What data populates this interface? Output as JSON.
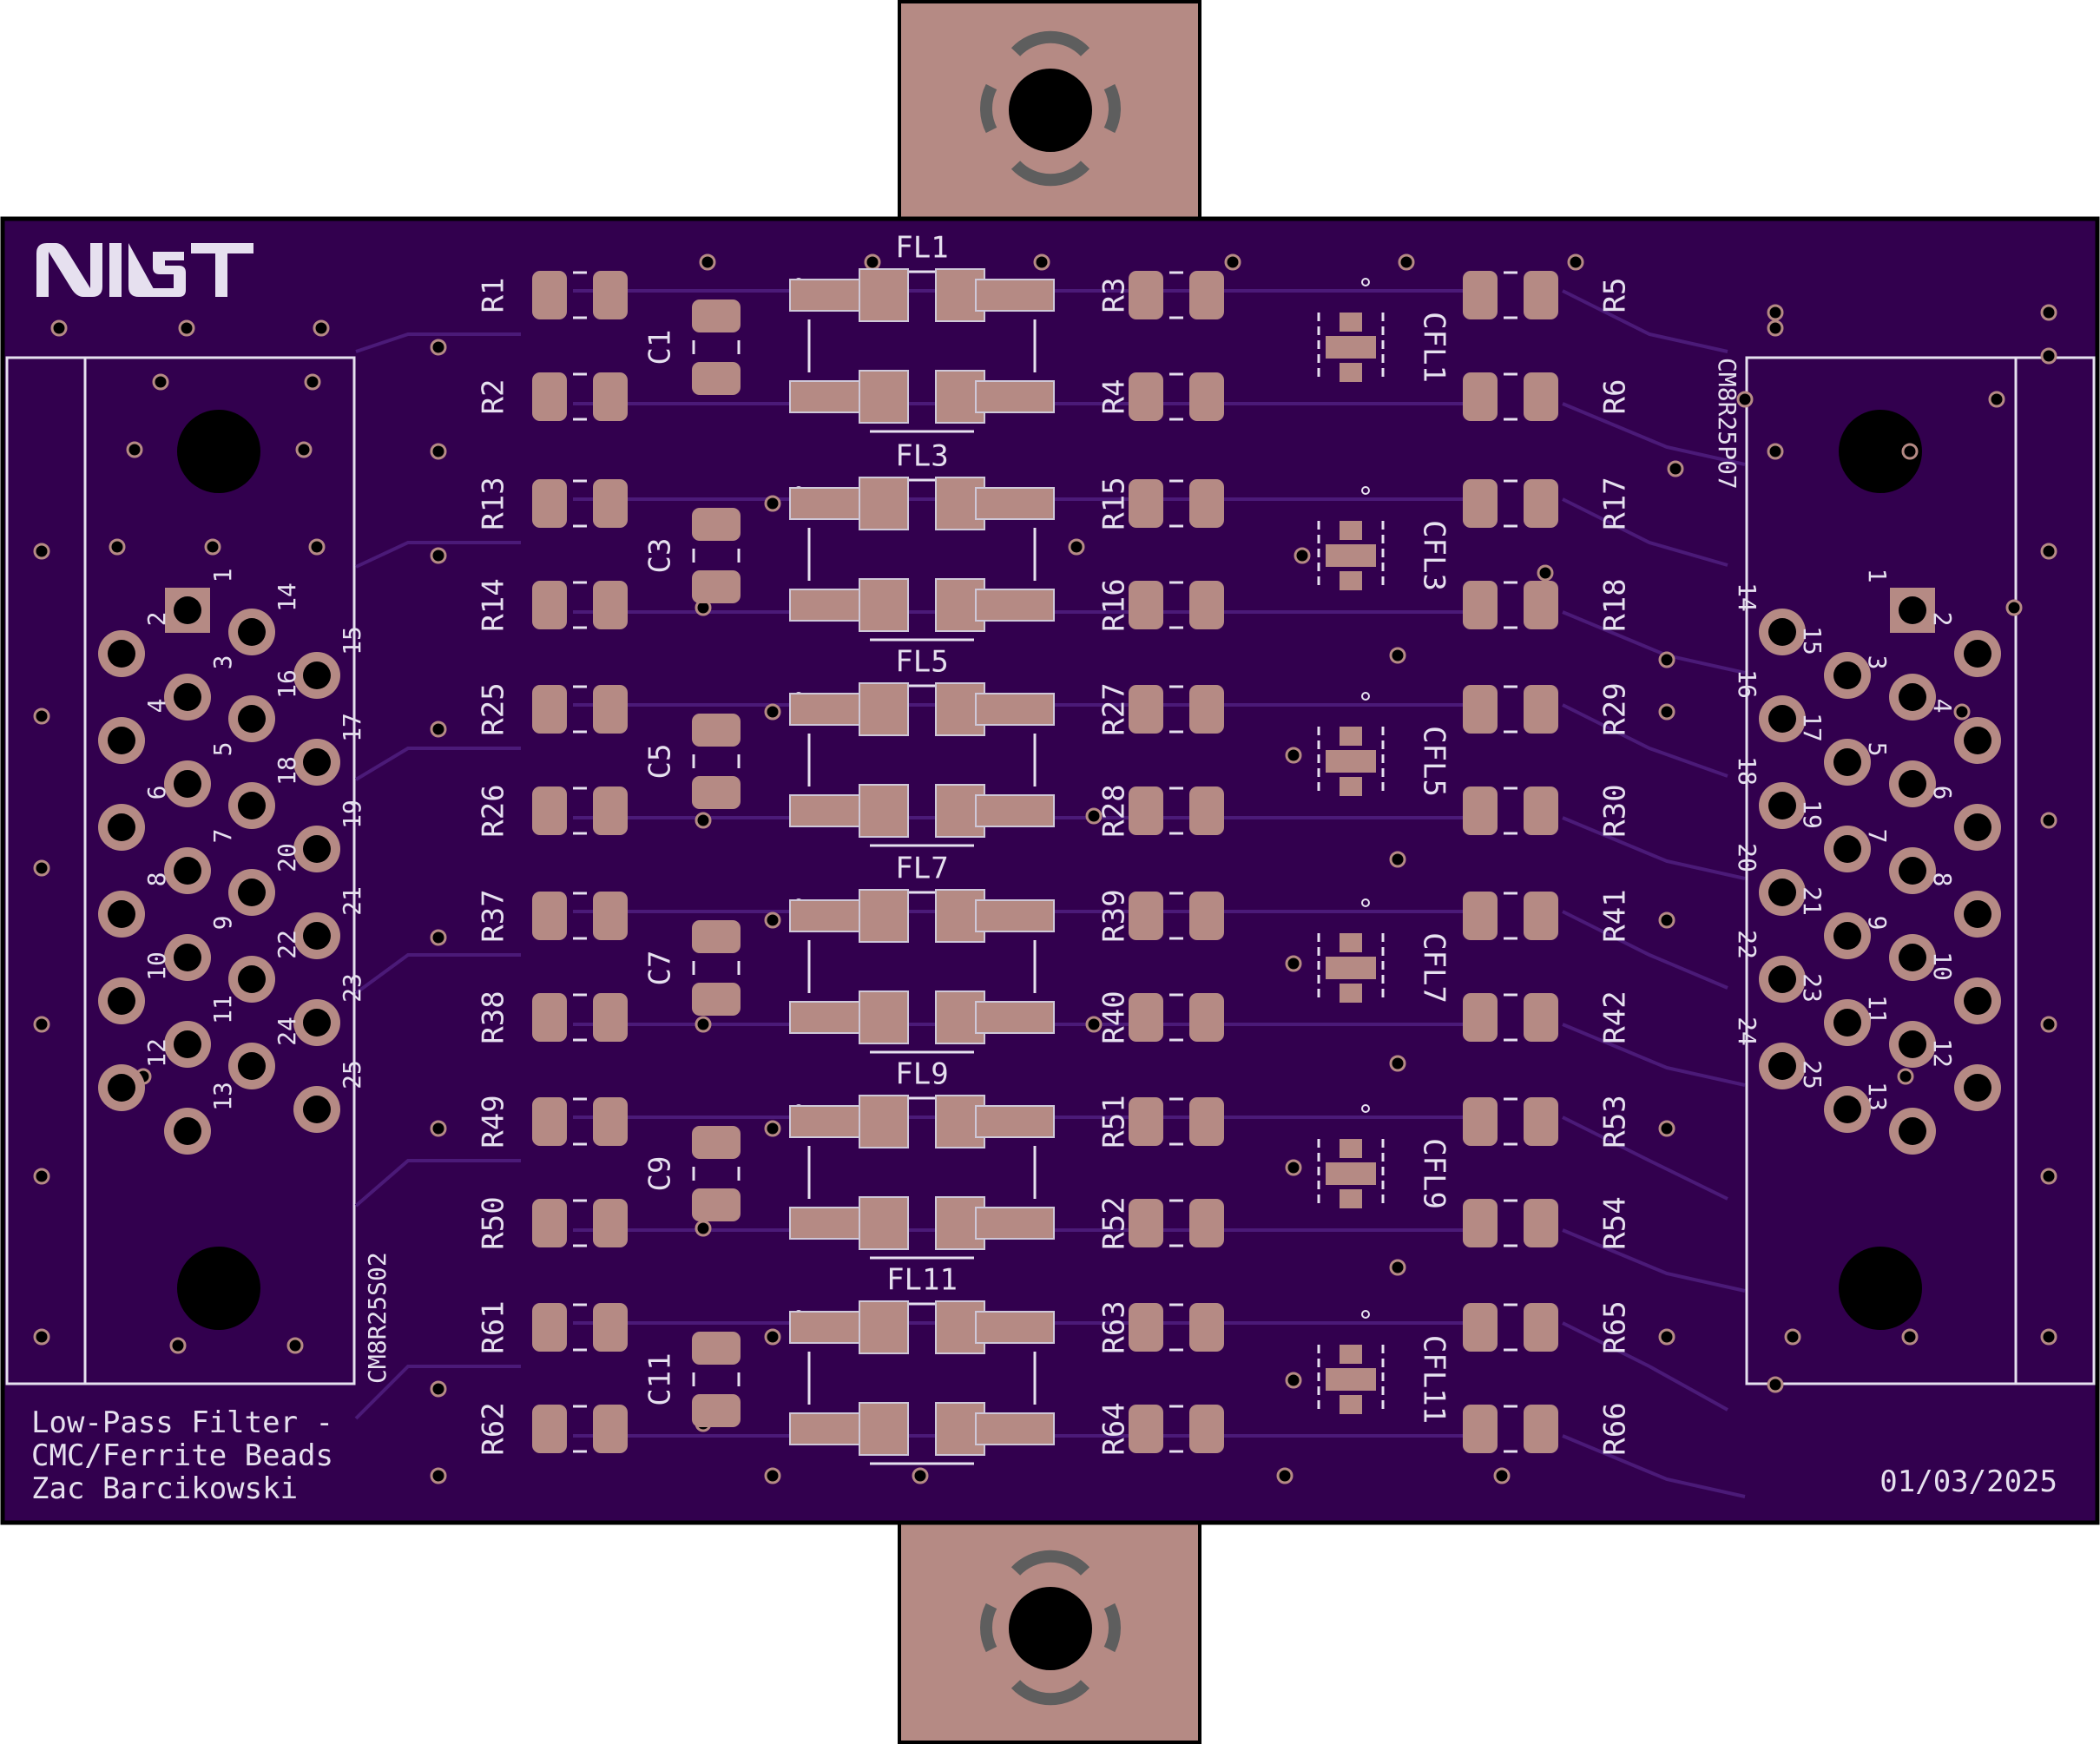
{
  "logo": "NIST",
  "notes": {
    "line1": "Low-Pass Filter -",
    "line2": "CMC/Ferrite Beads",
    "line3": "Zac Barcikowski",
    "date": "01/03/2025"
  },
  "connectors": {
    "left": "CM8R25S02",
    "right": "CM8R25P07"
  },
  "filters": [
    {
      "fl": "FL1",
      "c": "C1",
      "cfl": "CFL1",
      "ra": "R1",
      "rb": "R2",
      "rc": "R3",
      "rd": "R4",
      "re": "R5",
      "rf": "R6"
    },
    {
      "fl": "FL3",
      "c": "C3",
      "cfl": "CFL3",
      "ra": "R13",
      "rb": "R14",
      "rc": "R15",
      "rd": "R16",
      "re": "R17",
      "rf": "R18"
    },
    {
      "fl": "FL5",
      "c": "C5",
      "cfl": "CFL5",
      "ra": "R25",
      "rb": "R26",
      "rc": "R27",
      "rd": "R28",
      "re": "R29",
      "rf": "R30"
    },
    {
      "fl": "FL7",
      "c": "C7",
      "cfl": "CFL7",
      "ra": "R37",
      "rb": "R38",
      "rc": "R39",
      "rd": "R40",
      "re": "R41",
      "rf": "R42"
    },
    {
      "fl": "FL9",
      "c": "C9",
      "cfl": "CFL9",
      "ra": "R49",
      "rb": "R50",
      "rc": "R51",
      "rd": "R52",
      "re": "R53",
      "rf": "R54"
    },
    {
      "fl": "FL11",
      "c": "C11",
      "cfl": "CFL11",
      "ra": "R61",
      "rb": "R62",
      "rc": "R63",
      "rd": "R64",
      "re": "R65",
      "rf": "R66"
    }
  ],
  "left_pins": [
    "1",
    "2",
    "3",
    "4",
    "5",
    "6",
    "7",
    "8",
    "9",
    "10",
    "11",
    "12",
    "13",
    "14",
    "15",
    "16",
    "17",
    "18",
    "19",
    "20",
    "21",
    "22",
    "23",
    "24",
    "25"
  ],
  "right_pins": [
    "1",
    "2",
    "3",
    "4",
    "5",
    "6",
    "7",
    "8",
    "9",
    "10",
    "11",
    "12",
    "13",
    "14",
    "15",
    "16",
    "17",
    "18",
    "19",
    "20",
    "21",
    "22",
    "23",
    "24",
    "25"
  ],
  "colors": {
    "board": "#32004e",
    "trace": "#4b1a78",
    "copper": "#b58a84",
    "silk": "#e6e0ef",
    "outline": "#000000"
  }
}
